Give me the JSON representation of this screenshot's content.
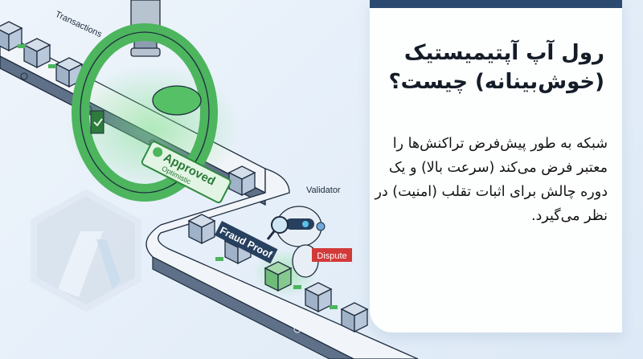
{
  "card": {
    "title": "رول آپ آپتیمیستیک (خوش‌بینانه) چیست؟",
    "body": "شبکه به طور پیش‌فرض تراکنش‌ها را معتبر فرض می‌کند (سرعت بالا) و یک دوره چالش برای اثبات تقلب (امنیت) در نظر می‌گیرد.",
    "accent_color": "#2c4a70"
  },
  "illustration": {
    "transactions_label": "Transactions",
    "approved_label": "Approved",
    "optimistic_label": "Optimistic",
    "validator_label": "Validator",
    "fraud_proof_label": "Fraud Proof",
    "dispute_label": "Dispute",
    "colors": {
      "green": "#4cb55e",
      "dispute_red": "#d23a3a",
      "navy": "#27405f",
      "block": "#b7c6d8"
    }
  }
}
